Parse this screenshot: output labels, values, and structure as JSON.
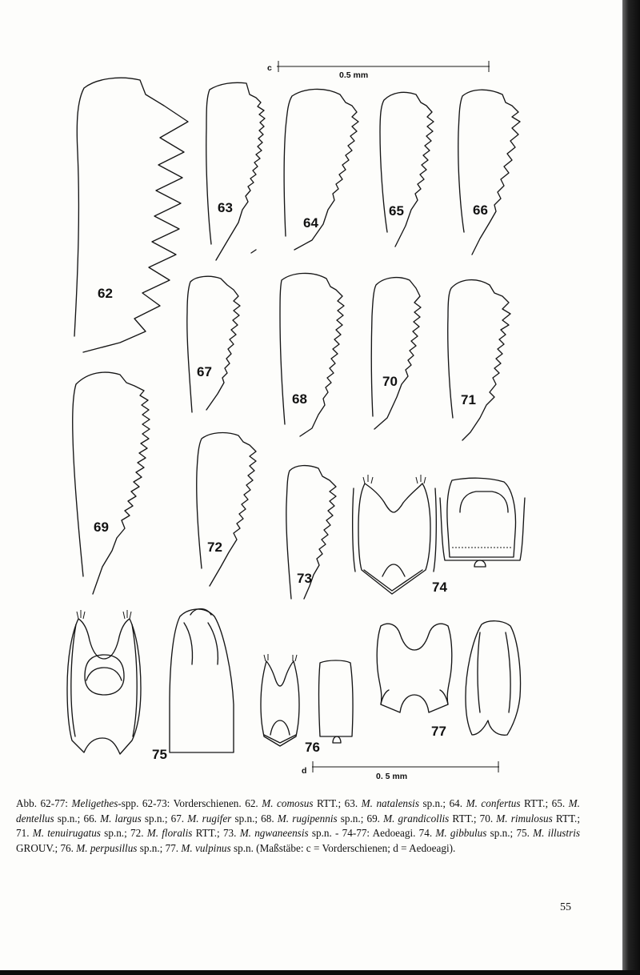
{
  "scale_bars": {
    "c": {
      "letter": "c",
      "label": "0.5 mm"
    },
    "d": {
      "letter": "d",
      "label": "0. 5 mm"
    }
  },
  "figures": {
    "f62": "62",
    "f63": "63",
    "f64": "64",
    "f65": "65",
    "f66": "66",
    "f67": "67",
    "f68": "68",
    "f69": "69",
    "f70": "70",
    "f71": "71",
    "f72": "72",
    "f73": "73",
    "f74": "74",
    "f75": "75",
    "f76": "76",
    "f77": "77"
  },
  "caption": {
    "lead": "Abb. 62-77: ",
    "genus": "Meligethes",
    "t1": "-spp. 62-73: Vorderschienen. 62. ",
    "s62": "M. comosus",
    "a62": " RTT.; 63. ",
    "s63": "M. natalensis",
    "a63": " sp.n.; 64. ",
    "s64": "M. confertus",
    "a64": " RTT.; 65. ",
    "s65": "M. dentellus",
    "a65": " sp.n.; 66. ",
    "s66": "M. largus",
    "a66": " sp.n.; 67. ",
    "s67": "M. rugifer",
    "a67": " sp.n.; 68. ",
    "s68": "M. rugipennis",
    "a68": " sp.n.; 69. ",
    "s69": "M. grandicollis",
    "a69": " RTT.; 70. ",
    "s70": "M. rimulosus",
    "a70": " RTT.; 71. ",
    "s71": "M. tenuirugatus",
    "a71": " sp.n.; 72. ",
    "s72": "M. floralis",
    "a72": " RTT.; 73. ",
    "s73": "M. ngwaneensis",
    "a73": " sp.n. - 74-77: Aedoeagi. 74. ",
    "s74": "M. gibbulus",
    "a74": " sp.n.; 75. ",
    "s75": "M. illustris",
    "a75": " GROUV.; 76. ",
    "s76": "M. perpusillus",
    "a76": " sp.n.; 77. ",
    "s77": "M. vulpinus",
    "a77": " sp.n. (Maßstäbe: c = Vorderschienen; d = Aedoeagi)."
  },
  "page_number": "55"
}
